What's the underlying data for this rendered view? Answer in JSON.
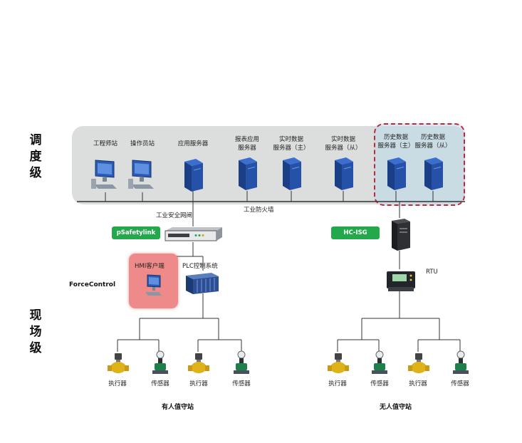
{
  "levels": {
    "dispatch": "调度级",
    "field": "现场级"
  },
  "dispatch_nodes": [
    {
      "label": "工程师站",
      "kind": "workstation"
    },
    {
      "label": "操作员站",
      "kind": "workstation"
    },
    {
      "label": "应用服务器",
      "kind": "server"
    },
    {
      "label": "报表应用\n服务器",
      "kind": "server"
    },
    {
      "label": "实时数据\n服务器（主）",
      "kind": "server"
    },
    {
      "label": "实时数据\n服务器（从）",
      "kind": "server"
    },
    {
      "label": "历史数据\n服务器（主）",
      "kind": "server"
    },
    {
      "label": "历史数据\n服务器（从）",
      "kind": "server"
    }
  ],
  "network": {
    "gateway_label": "工业安全网闸",
    "firewall_label": "工业防火墙",
    "psafetylink": "pSafetylink",
    "hcisg": "HC-ISG",
    "rtu": "RTU"
  },
  "field": {
    "forcecontrol": "ForceControl",
    "hmi": "HMI客户端",
    "plc": "PLC控制系统"
  },
  "stations": [
    {
      "name": "有人值守站",
      "devices": [
        {
          "label": "执行器",
          "kind": "actuator"
        },
        {
          "label": "传感器",
          "kind": "sensor"
        },
        {
          "label": "执行器",
          "kind": "actuator"
        },
        {
          "label": "传感器",
          "kind": "sensor"
        }
      ]
    },
    {
      "name": "无人值守站",
      "devices": [
        {
          "label": "执行器",
          "kind": "actuator"
        },
        {
          "label": "传感器",
          "kind": "sensor"
        },
        {
          "label": "执行器",
          "kind": "actuator"
        },
        {
          "label": "传感器",
          "kind": "sensor"
        }
      ]
    }
  ],
  "colors": {
    "band": "#dcdddd",
    "historian_border": "#c0283a",
    "historian_fill": "#bad9e7",
    "green": "#23a84b",
    "hmi": "#ef8a8a",
    "server": "#1f4fa0",
    "valve_yellow": "#e0b21a"
  }
}
